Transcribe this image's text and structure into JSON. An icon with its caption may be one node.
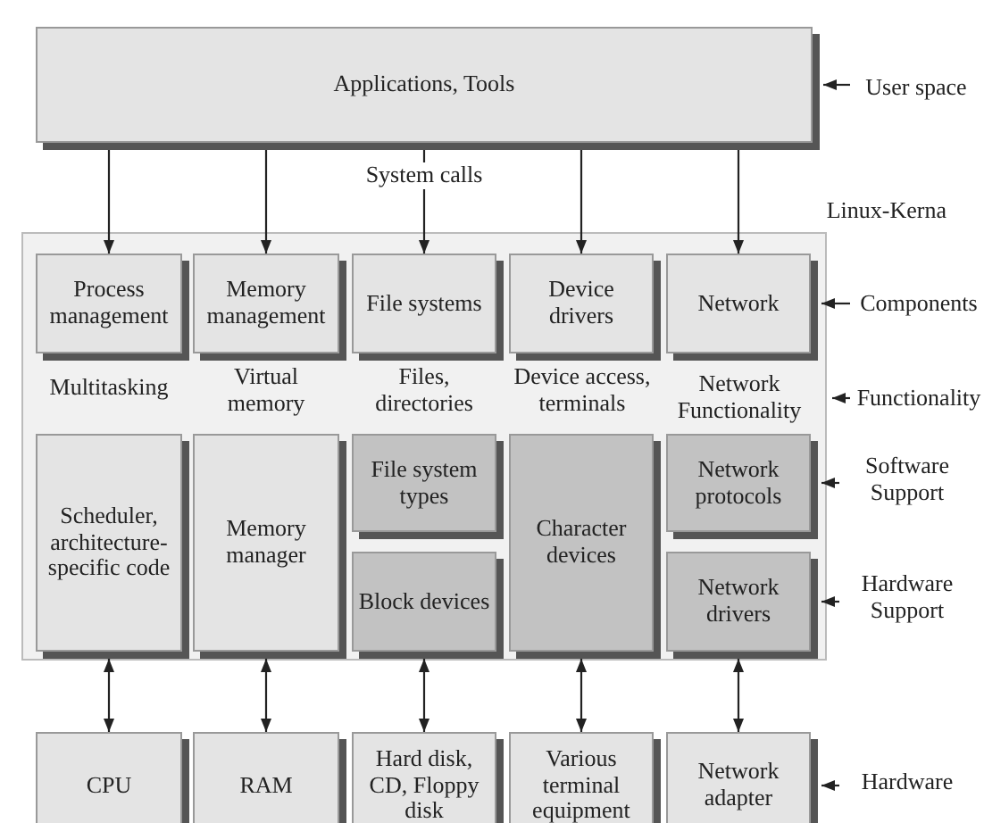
{
  "diagram": {
    "nodes": [
      {
        "text": [
          "Applications, Tools"
        ]
      },
      {
        "text": [
          "Linux-Kerna"
        ]
      },
      {
        "text": [
          "Process management"
        ],
        "in": 1
      },
      {
        "text": [
          "Memory management"
        ],
        "in": 1
      },
      {
        "text": [
          "File systems"
        ],
        "in": 1
      },
      {
        "text": [
          "Device drivers"
        ],
        "in": 1
      },
      {
        "text": [
          "Network"
        ],
        "in": 1
      },
      {
        "text": [
          "Network Functionality"
        ],
        "in": 1
      },
      {
        "text": [
          "Scheduler, architecture-specific code"
        ],
        "in": 1
      },
      {
        "text": [
          "Memory manager"
        ],
        "in": 1
      },
      {
        "text": [
          "File system types"
        ],
        "in": 1
      },
      {
        "text": [
          "Block devices"
        ],
        "in": 1
      },
      {
        "text": [
          "Character devices"
        ],
        "in": 1
      },
      {
        "text": [
          "Network protocols"
        ],
        "in": 1
      },
      {
        "text": [
          "Network drivers"
        ],
        "in": 1
      },
      {
        "text": [
          "CPU"
        ]
      },
      {
        "text": [
          "RAM"
        ]
      },
      {
        "text": [
          "Hard disk, CD, Floppy disk"
        ]
      },
      {
        "text": [
          "Various terminal equipment"
        ]
      },
      {
        "text": [
          "Network adapter"
        ]
      },
      {
        "text": [
          "User space"
        ]
      },
      {
        "text": [
          "Components"
        ]
      },
      {
        "text": [
          "Functionality"
        ]
      },
      {
        "text": [
          "Software Support"
        ]
      },
      {
        "text": [
          "Hardware Support"
        ]
      },
      {
        "text": [
          "Hardware"
        ]
      }
    ],
    "edges": [
      {
        "from": 0,
        "to": 2,
        "arrow": "to"
      },
      {
        "from": 0,
        "to": 3,
        "arrow": "to"
      },
      {
        "from": 0,
        "to": 4,
        "arrow": "to"
      },
      {
        "from": 0,
        "to": 5,
        "arrow": "to"
      },
      {
        "from": 0,
        "to": 6,
        "arrow": "to"
      },
      {
        "from": 8,
        "to": 15,
        "arrow": "both"
      },
      {
        "from": 9,
        "to": 16,
        "arrow": "both"
      },
      {
        "from": 11,
        "to": 17,
        "arrow": "both"
      },
      {
        "from": 12,
        "to": 18,
        "arrow": "both"
      },
      {
        "from": 14,
        "to": 19,
        "arrow": "both"
      },
      {
        "from": 20,
        "to": 0,
        "arrow": "to"
      },
      {
        "from": 21,
        "to": 6,
        "arrow": "to"
      },
      {
        "from": 22,
        "to": 7,
        "arrow": "to"
      },
      {
        "from": 23,
        "to": 13,
        "arrow": "to"
      },
      {
        "from": 24,
        "to": 14,
        "arrow": "to"
      },
      {
        "from": 25,
        "to": 19,
        "arrow": "to"
      }
    ],
    "labels": [
      "System calls",
      "Multitasking",
      "Virtual memory",
      "Files, directories",
      "Device access, terminals"
    ]
  }
}
